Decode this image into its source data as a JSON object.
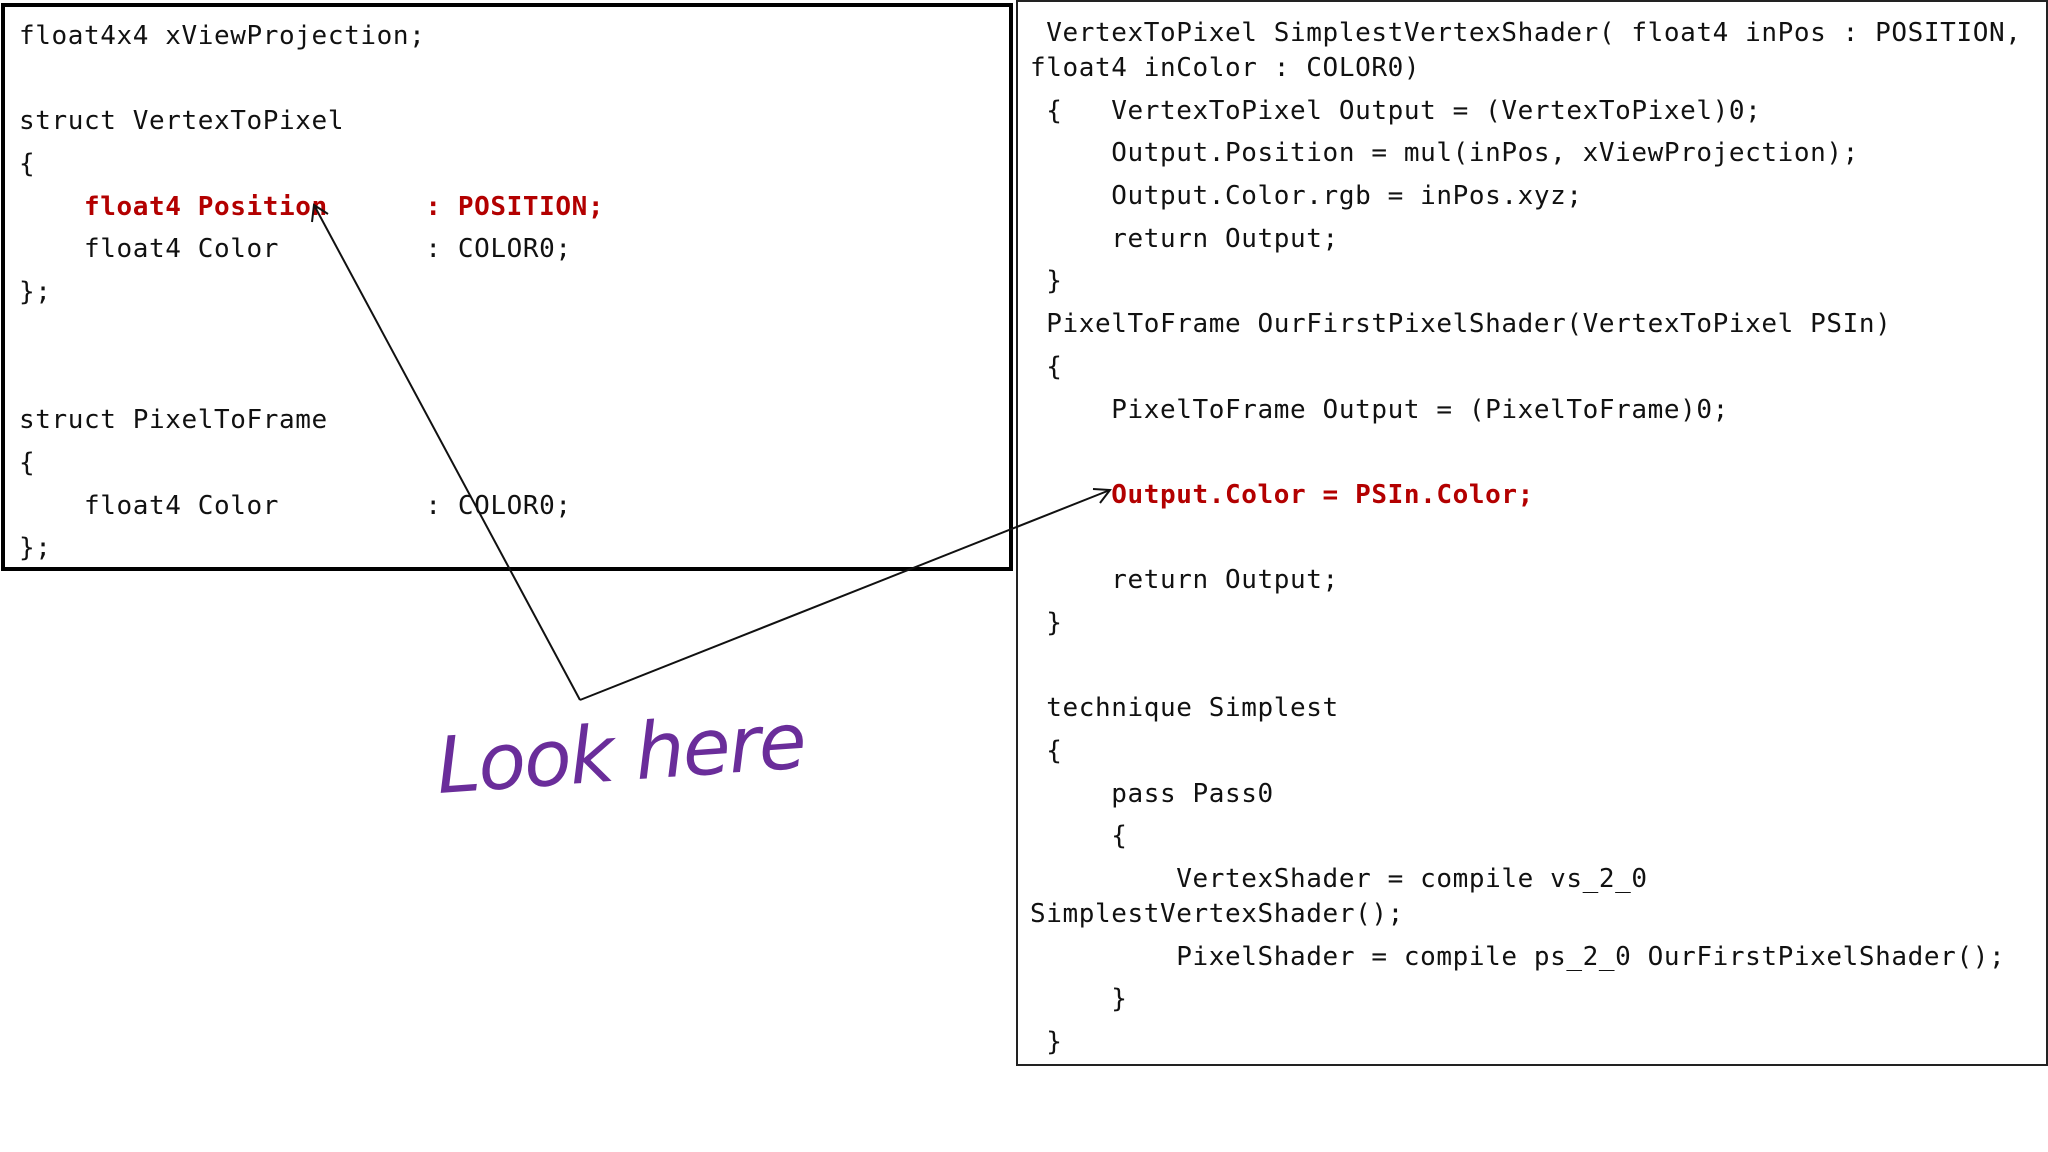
{
  "left_panel": {
    "lines": [
      {
        "text": "float4x4 xViewProjection;",
        "highlight": false
      },
      {
        "text": "",
        "highlight": false
      },
      {
        "text": "struct VertexToPixel",
        "highlight": false
      },
      {
        "text": "{",
        "highlight": false
      },
      {
        "text": "    float4 Position      : POSITION;",
        "highlight": true
      },
      {
        "text": "    float4 Color         : COLOR0;",
        "highlight": false
      },
      {
        "text": "};",
        "highlight": false
      },
      {
        "text": "",
        "highlight": false
      },
      {
        "text": "",
        "highlight": false
      },
      {
        "text": "struct PixelToFrame",
        "highlight": false
      },
      {
        "text": "{",
        "highlight": false
      },
      {
        "text": "    float4 Color         : COLOR0;",
        "highlight": false
      },
      {
        "text": "};",
        "highlight": false
      }
    ]
  },
  "right_panel": {
    "lines": [
      {
        "text": " VertexToPixel SimplestVertexShader( float4 inPos : POSITION,",
        "highlight": false,
        "wrap": true
      },
      {
        "text": "float4 inColor : COLOR0)",
        "highlight": false
      },
      {
        "text": " {   VertexToPixel Output = (VertexToPixel)0;",
        "highlight": false
      },
      {
        "text": "     Output.Position = mul(inPos, xViewProjection);",
        "highlight": false
      },
      {
        "text": "     Output.Color.rgb = inPos.xyz;",
        "highlight": false
      },
      {
        "text": "     return Output;",
        "highlight": false
      },
      {
        "text": " }",
        "highlight": false
      },
      {
        "text": " PixelToFrame OurFirstPixelShader(VertexToPixel PSIn)",
        "highlight": false
      },
      {
        "text": " {",
        "highlight": false
      },
      {
        "text": "     PixelToFrame Output = (PixelToFrame)0;",
        "highlight": false
      },
      {
        "text": "",
        "highlight": false
      },
      {
        "text": "     Output.Color = PSIn.Color;",
        "highlight": true
      },
      {
        "text": "",
        "highlight": false
      },
      {
        "text": "     return Output;",
        "highlight": false
      },
      {
        "text": " }",
        "highlight": false
      },
      {
        "text": "",
        "highlight": false
      },
      {
        "text": " technique Simplest",
        "highlight": false
      },
      {
        "text": " {",
        "highlight": false
      },
      {
        "text": "     pass Pass0",
        "highlight": false
      },
      {
        "text": "     {",
        "highlight": false
      },
      {
        "text": "         VertexShader = compile vs_2_0",
        "highlight": false,
        "wrap": true
      },
      {
        "text": "SimplestVertexShader();",
        "highlight": false
      },
      {
        "text": "         PixelShader = compile ps_2_0 OurFirstPixelShader();",
        "highlight": false
      },
      {
        "text": "     }",
        "highlight": false
      },
      {
        "text": " }",
        "highlight": false
      }
    ]
  },
  "annotation": {
    "text": "Look here",
    "color": "#6a2d9a"
  },
  "colors": {
    "highlight": "#b30000",
    "code_text": "#111111",
    "border": "#000000"
  }
}
